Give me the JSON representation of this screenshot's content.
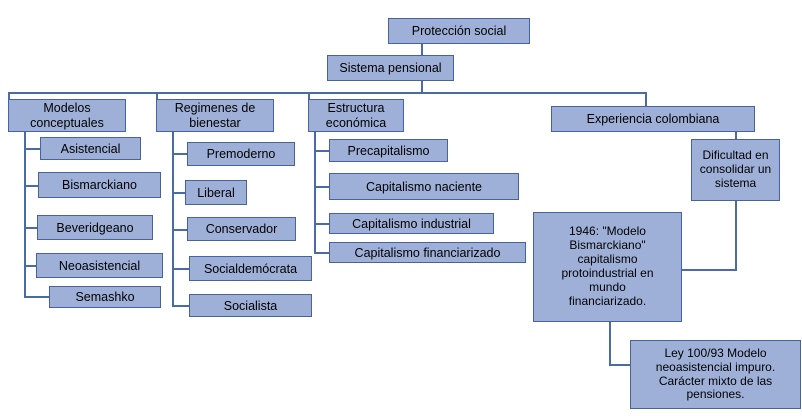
{
  "diagram": {
    "title": "Proteccion social - mapa conceptual",
    "colors": {
      "box_fill": "#9fb0d8",
      "box_border": "#46629f",
      "connector": "#4a6ba5",
      "background": "#ffffff",
      "text": "#000000"
    },
    "root": {
      "label": "Protección social"
    },
    "subroot": {
      "label": "Sistema pensional"
    },
    "branches": [
      {
        "id": "modelos-conceptuales",
        "label": "Modelos\nconceptuales",
        "children": [
          {
            "label": "Asistencial"
          },
          {
            "label": "Bismarckiano"
          },
          {
            "label": "Beveridgeano"
          },
          {
            "label": "Neoasistencial"
          },
          {
            "label": "Semashko"
          }
        ]
      },
      {
        "id": "regimenes-de-bienestar",
        "label": "Regimenes de\nbienestar",
        "children": [
          {
            "label": "Premoderno"
          },
          {
            "label": "Liberal"
          },
          {
            "label": "Conservador"
          },
          {
            "label": "Socialdemócrata"
          },
          {
            "label": "Socialista"
          }
        ]
      },
      {
        "id": "estructura-economica",
        "label": "Estructura\neconómica",
        "children": [
          {
            "label": "Precapitalismo"
          },
          {
            "label": "Capitalismo naciente"
          },
          {
            "label": "Capitalismo industrial"
          },
          {
            "label": "Capitalismo financiarizado"
          }
        ]
      },
      {
        "id": "experiencia-colombiana",
        "label": "Experiencia colombiana",
        "children": [
          {
            "label": "Dificultad en\nconsolidar un\nsistema"
          },
          {
            "label": "1946: \"Modelo\nBismarckiano\"\ncapitalismo\nprotoindustrial en\nmundo\nfinanciarizado."
          },
          {
            "label": "Ley 100/93 Modelo\nneoasistencial impuro.\nCarácter mixto de las\npensiones."
          }
        ]
      }
    ]
  }
}
